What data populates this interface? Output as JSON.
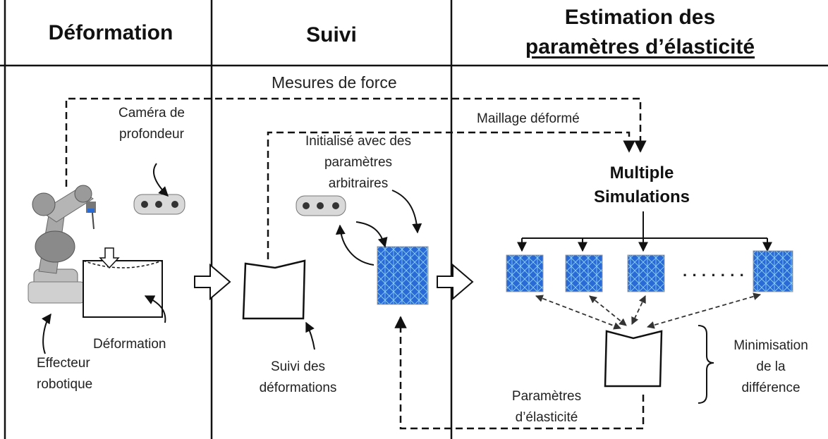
{
  "headers": {
    "col1": "Déformation",
    "col2": "Suivi",
    "col3_line1": "Estimation des",
    "col3_line2": "paramètres d’élasticité"
  },
  "labels": {
    "force": "Mesures de force",
    "camera_line1": "Caméra de",
    "camera_line2": "profondeur",
    "mesh": "Maillage déformé",
    "init_line1": "Initialisé avec des",
    "init_line2": "paramètres",
    "init_line3": "arbitraires",
    "multiple_line1": "Multiple",
    "multiple_line2": "Simulations",
    "dots": "· · · · · · ·",
    "deformation": "Déformation",
    "effector_line1": "Effecteur",
    "effector_line2": "robotique",
    "tracking_line1": "Suivi des",
    "tracking_line2": "déformations",
    "min_line1": "Minimisation",
    "min_line2": "de la",
    "min_line3": "différence",
    "params_line1": "Paramètres",
    "params_line2": "d’élasticité"
  },
  "colors": {
    "line": "#111111",
    "mesh_blue": "#1f5fd0",
    "mesh_light": "#5fb8ee"
  }
}
